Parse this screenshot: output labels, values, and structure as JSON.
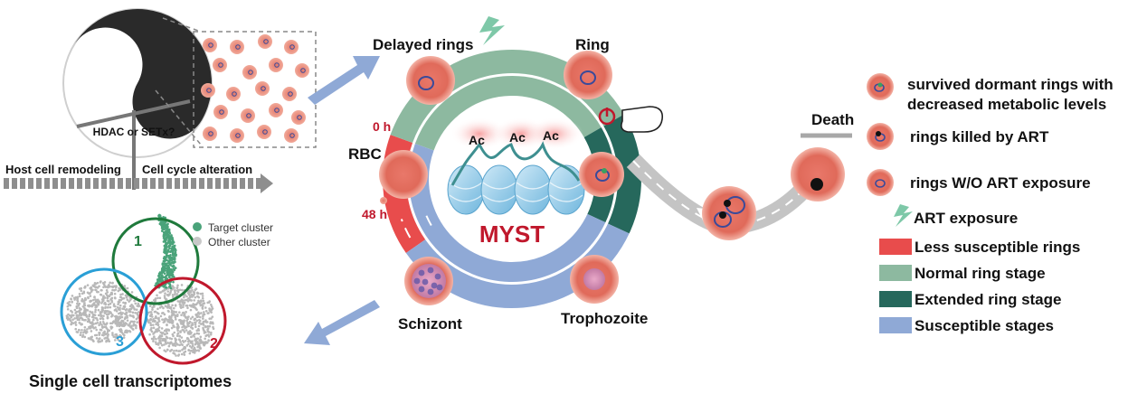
{
  "yin_yang": {
    "label": "HDAC or SETx?"
  },
  "timeline": {
    "left_label": "Host cell remodeling",
    "right_label": "Cell cycle alteration"
  },
  "single_cell": {
    "title": "Single cell transcriptomes",
    "legend_target": "Target cluster",
    "legend_other": "Other cluster",
    "cluster_1": "1",
    "cluster_2": "2",
    "cluster_3": "3",
    "colors": {
      "c1": "#1f7a3c",
      "c2": "#c0182c",
      "c3": "#2a9fd6",
      "target": "#4aa37a",
      "other": "#b8b8b8"
    }
  },
  "cycle": {
    "center_label": "MYST",
    "ac_label": "Ac",
    "stages": {
      "delayed_rings": "Delayed rings",
      "ring": "Ring",
      "rbc": "RBC",
      "trophozoite": "Trophozoite",
      "schizont": "Schizont",
      "death": "Death"
    },
    "time_0": "0 h",
    "time_48": "48 h"
  },
  "legend": {
    "items": [
      {
        "line1": "survived dormant rings with",
        "line2": "decreased metabolic levels"
      },
      {
        "line1": "rings killed by ART"
      },
      {
        "line1": "rings W/O ART exposure"
      },
      {
        "line1": "ART  exposure"
      }
    ],
    "bars": [
      {
        "label": "Less susceptible rings",
        "color": "#e84c4c"
      },
      {
        "label": "Normal ring stage",
        "color": "#8db9a0"
      },
      {
        "label": "Extended ring stage",
        "color": "#26685c"
      },
      {
        "label": "Susceptible stages",
        "color": "#8fa9d6"
      }
    ]
  }
}
